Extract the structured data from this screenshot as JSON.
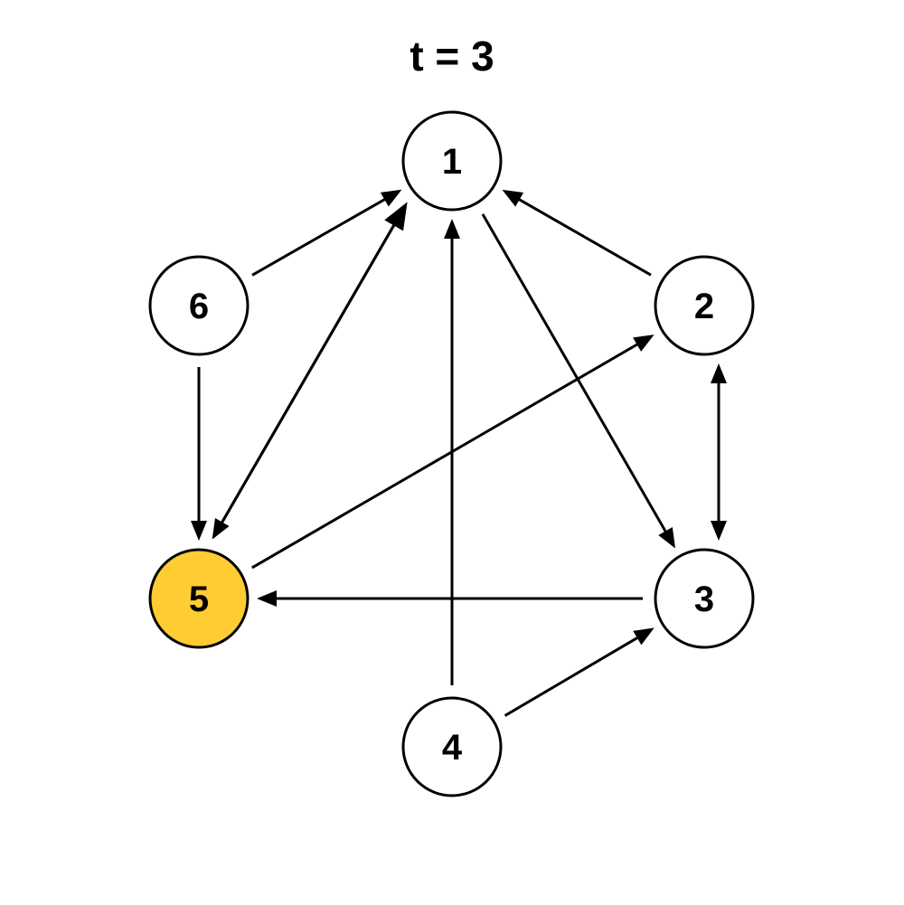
{
  "title": "t = 3",
  "colors": {
    "node_fill": "#ffffff",
    "node_highlight": "#FFCC33",
    "edge": "#000000",
    "edge_active": "#FF8FA3"
  },
  "graph": {
    "nodes": [
      {
        "id": "1",
        "label": "1",
        "highlighted": false
      },
      {
        "id": "2",
        "label": "2",
        "highlighted": false
      },
      {
        "id": "3",
        "label": "3",
        "highlighted": false
      },
      {
        "id": "4",
        "label": "4",
        "highlighted": false
      },
      {
        "id": "5",
        "label": "5",
        "highlighted": true
      },
      {
        "id": "6",
        "label": "6",
        "highlighted": false
      }
    ],
    "edges": [
      {
        "from": "6",
        "to": "1",
        "active": false
      },
      {
        "from": "2",
        "to": "1",
        "active": false
      },
      {
        "from": "4",
        "to": "1",
        "active": false
      },
      {
        "from": "1",
        "to": "5",
        "active": false
      },
      {
        "from": "5",
        "to": "1",
        "active": true
      },
      {
        "from": "1",
        "to": "3",
        "active": false
      },
      {
        "from": "6",
        "to": "5",
        "active": false
      },
      {
        "from": "5",
        "to": "2",
        "active": false
      },
      {
        "from": "2",
        "to": "3",
        "active": false
      },
      {
        "from": "3",
        "to": "2",
        "active": false
      },
      {
        "from": "3",
        "to": "5",
        "active": false
      },
      {
        "from": "4",
        "to": "3",
        "active": false
      }
    ]
  }
}
